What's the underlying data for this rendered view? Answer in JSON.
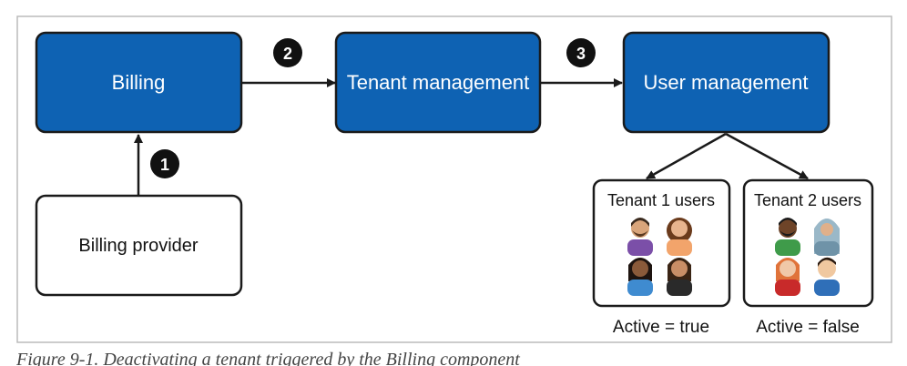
{
  "nodes": {
    "billing": {
      "label": "Billing"
    },
    "tenant_management": {
      "label": "Tenant management"
    },
    "user_management": {
      "label": "User management"
    },
    "billing_provider": {
      "label": "Billing provider"
    },
    "tenant1": {
      "title": "Tenant 1 users",
      "status": "Active = true"
    },
    "tenant2": {
      "title": "Tenant 2 users",
      "status": "Active = false"
    }
  },
  "steps": [
    "1",
    "2",
    "3"
  ],
  "caption": "Figure 9-1. Deactivating a tenant triggered by the Billing component",
  "colors": {
    "primary_box": "#0e62b3",
    "border": "#1a1a1a",
    "badge": "#111111",
    "frame": "#bbbbbb"
  },
  "icons": {
    "tenant1": [
      "bearded-man-avatar-icon",
      "curly-woman-avatar-icon",
      "woman-avatar-icon",
      "woman-avatar-icon"
    ],
    "tenant2": [
      "bearded-man-avatar-icon",
      "hijab-woman-avatar-icon",
      "red-hair-woman-avatar-icon",
      "man-avatar-icon"
    ]
  }
}
